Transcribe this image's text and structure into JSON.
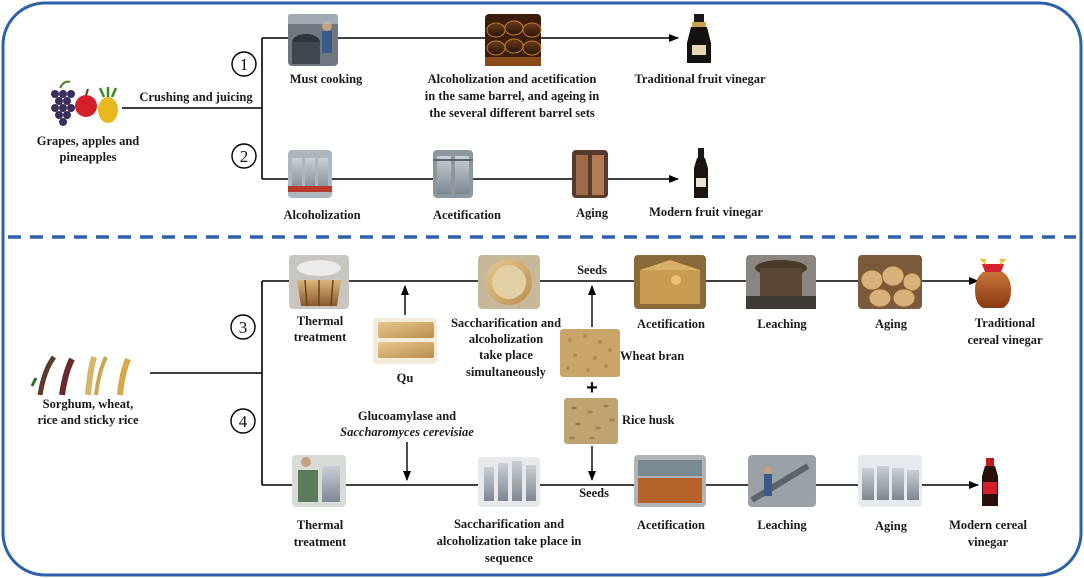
{
  "section_fruit": {
    "source": [
      "Grapes, apples and",
      "pineapples"
    ],
    "crushing": "Crushing and juicing",
    "route1_num": "1",
    "route2_num": "2",
    "must_cooking": "Must cooking",
    "barrel": [
      "Alcoholization and acetification",
      "in the same barrel, and ageing in",
      "the several different barrel sets"
    ],
    "traditional_fruit": "Traditional fruit vinegar",
    "alcoholization": "Alcoholization",
    "acetification": "Acetification",
    "aging": "Aging",
    "modern_fruit": "Modern fruit vinegar"
  },
  "section_cereal": {
    "source": [
      "Sorghum, wheat,",
      "rice and sticky rice"
    ],
    "route3_num": "3",
    "route4_num": "4",
    "thermal_top": [
      "Thermal",
      "treatment"
    ],
    "qu": "Qu",
    "sacch_top": [
      "Saccharification and",
      "alcoholization",
      "take place",
      "simultaneously"
    ],
    "seeds_top": "Seeds",
    "wheat_bran": "Wheat bran",
    "plus": "+",
    "rice_husk": "Rice husk",
    "acet_top": "Acetification",
    "leach_top": "Leaching",
    "aging_top": "Aging",
    "traditional_cereal": [
      "Traditional",
      "cereal vinegar"
    ],
    "glucoamylase": "Glucoamylase and",
    "saccharomyces": "Saccharomyces cerevisiae",
    "thermal_bot": [
      "Thermal",
      "treatment"
    ],
    "sacch_bot": [
      "Saccharification and",
      "alcoholization take place in",
      "sequence"
    ],
    "seeds_bot": "Seeds",
    "acet_bot": "Acetification",
    "leach_bot": "Leaching",
    "aging_bot": "Aging",
    "modern_cereal": [
      "Modern cereal",
      "vinegar"
    ]
  },
  "colors": {
    "frame": "#2e62a8",
    "divider": "#2e62a8",
    "arrow": "#000000"
  }
}
